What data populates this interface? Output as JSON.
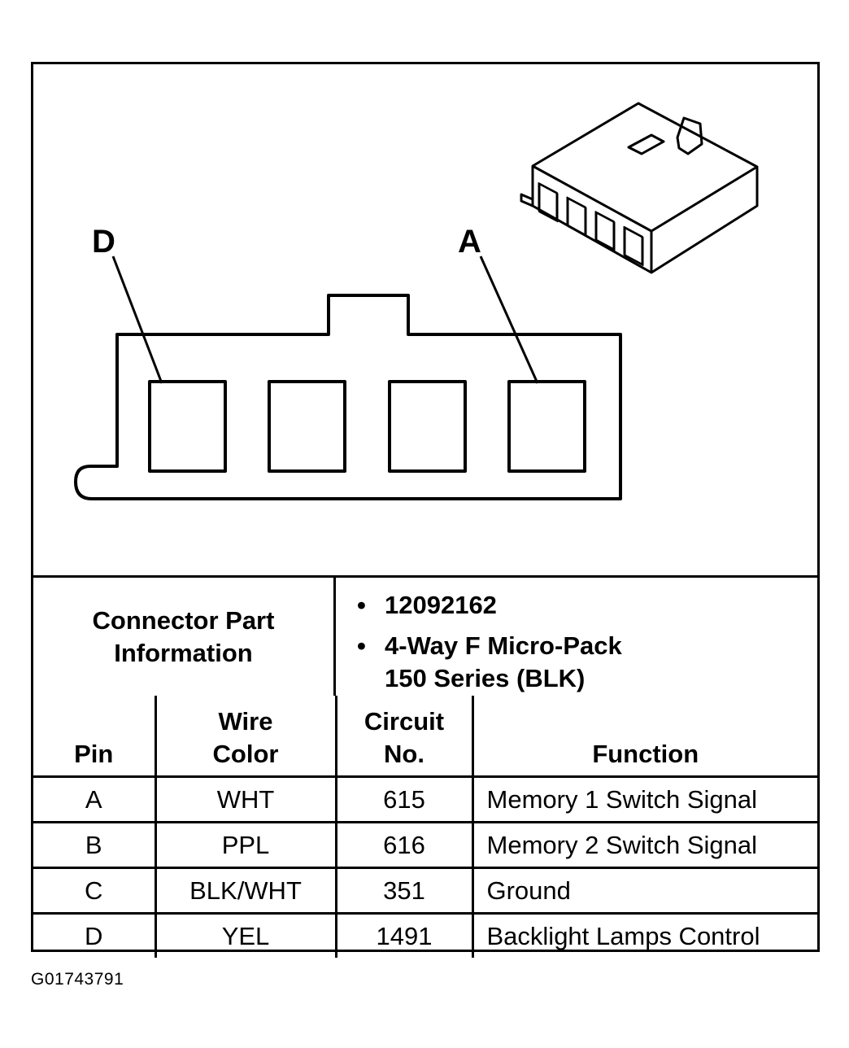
{
  "diagram": {
    "left_pin_label": "D",
    "right_pin_label": "A"
  },
  "connector_info": {
    "label_lines": [
      "Connector Part",
      "Information"
    ],
    "bullet_symbol": "•",
    "part_number": "12092162",
    "description_line1": "4-Way F Micro-Pack",
    "description_line2": "150 Series (BLK)"
  },
  "table": {
    "headers": {
      "pin": "Pin",
      "wire_color_lines": [
        "Wire",
        "Color"
      ],
      "circuit_lines": [
        "Circuit",
        "No."
      ],
      "function": "Function"
    },
    "rows": [
      {
        "pin": "A",
        "wire_color": "WHT",
        "circuit": "615",
        "function": "Memory 1 Switch Signal"
      },
      {
        "pin": "B",
        "wire_color": "PPL",
        "circuit": "616",
        "function": "Memory 2 Switch Signal"
      },
      {
        "pin": "C",
        "wire_color": "BLK/WHT",
        "circuit": "351",
        "function": "Ground"
      },
      {
        "pin": "D",
        "wire_color": "YEL",
        "circuit": "1491",
        "function": "Backlight Lamps Control"
      }
    ]
  },
  "caption": "G01743791"
}
